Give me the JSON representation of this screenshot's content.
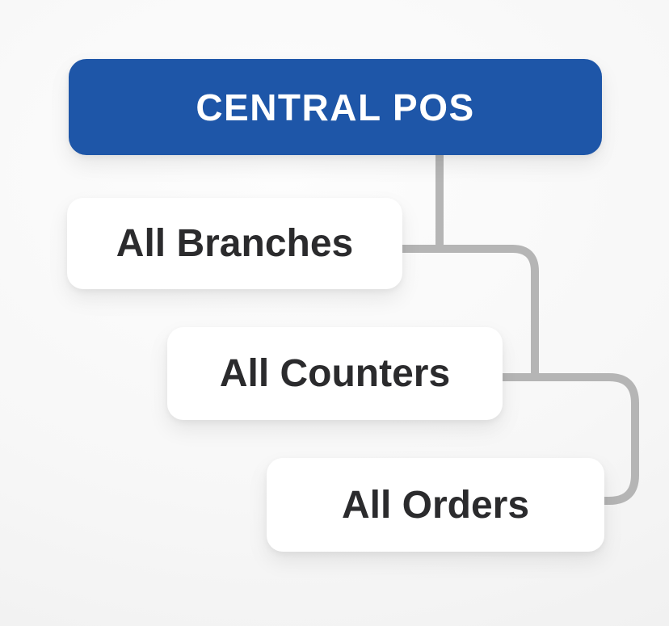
{
  "diagram": {
    "root": {
      "label": "CENTRAL POS"
    },
    "nodes": [
      {
        "label": "All Branches"
      },
      {
        "label": "All Counters"
      },
      {
        "label": "All Orders"
      }
    ]
  },
  "colors": {
    "root_background": "#1e56a8",
    "root_text": "#ffffff",
    "node_background": "#ffffff",
    "node_text": "#2b2b2d",
    "connector": "#b5b5b5",
    "background_center": "#fdfdfd",
    "background_edge": "#efefef"
  }
}
